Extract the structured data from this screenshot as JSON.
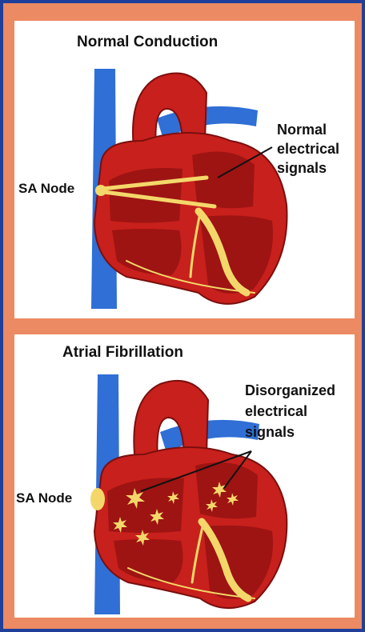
{
  "panels": [
    {
      "title": "Normal Conduction",
      "sa_node_label": "SA Node",
      "signal_label": [
        "Normal",
        "electrical",
        "signals"
      ]
    },
    {
      "title": "Atrial Fibrillation",
      "sa_node_label": "SA Node",
      "signal_label": [
        "Disorganized",
        "electrical",
        "signals"
      ]
    }
  ],
  "colors": {
    "frame_border": "#1f3f9a",
    "frame_fill": "#ec8a63",
    "vessel": "#2f6fd6",
    "heart": "#c8201c",
    "chamber": "#9d1413",
    "conduction": "#f4d76a"
  }
}
